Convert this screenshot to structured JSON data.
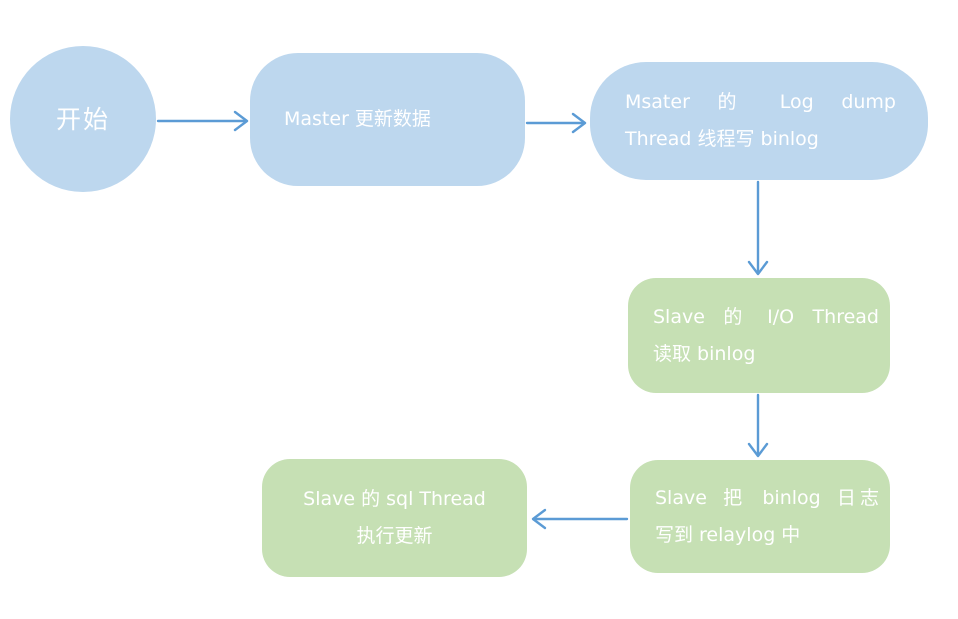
{
  "diagram": {
    "background": "#ffffff",
    "colors": {
      "start_and_master_fill": "#bdd7ee",
      "slave_fill": "#c6e0b4",
      "arrow": "#5b9bd5",
      "text": "#ffffff"
    },
    "nodes": [
      {
        "id": "start",
        "shape": "circle",
        "lines": [
          "开始"
        ]
      },
      {
        "id": "master-update",
        "shape": "rounded-rect",
        "lines": [
          "Master 更新数据"
        ]
      },
      {
        "id": "master-log-dump",
        "shape": "rounded-rect",
        "lines": [
          "Msater 的 Log dump",
          "Thread 线程写 binlog"
        ]
      },
      {
        "id": "slave-io-thread",
        "shape": "rounded-rect",
        "lines": [
          "Slave 的 I/O Thread",
          "读取 binlog"
        ]
      },
      {
        "id": "slave-write-relaylog",
        "shape": "rounded-rect",
        "lines": [
          "Slave 把 binlog 日志",
          "写到 relaylog 中"
        ]
      },
      {
        "id": "slave-sql-thread",
        "shape": "rounded-rect",
        "lines": [
          "Slave 的 sql Thread",
          "执行更新"
        ]
      }
    ],
    "edges": [
      {
        "from": "start",
        "to": "master-update",
        "direction": "right"
      },
      {
        "from": "master-update",
        "to": "master-log-dump",
        "direction": "right"
      },
      {
        "from": "master-log-dump",
        "to": "slave-io-thread",
        "direction": "down"
      },
      {
        "from": "slave-io-thread",
        "to": "slave-write-relaylog",
        "direction": "down"
      },
      {
        "from": "slave-write-relaylog",
        "to": "slave-sql-thread",
        "direction": "left"
      }
    ]
  }
}
